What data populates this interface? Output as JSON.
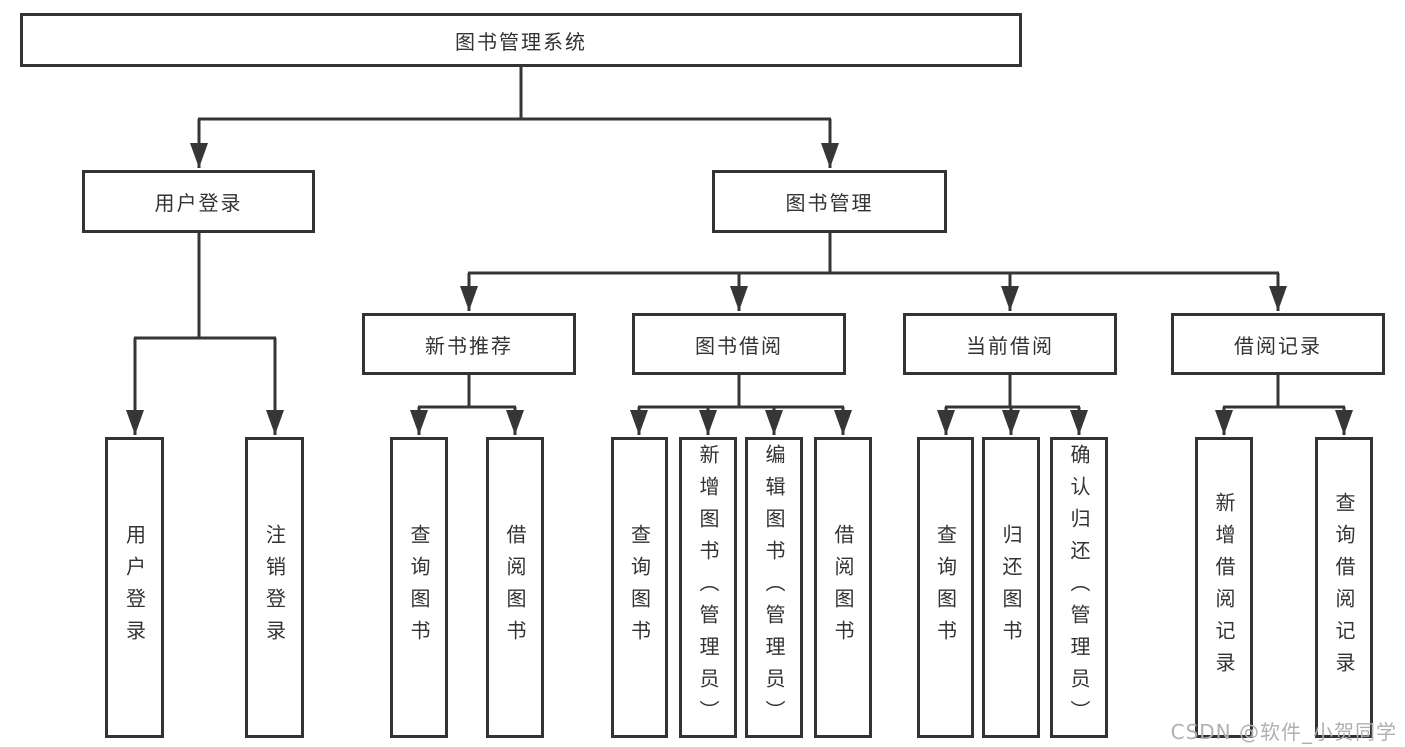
{
  "tree": {
    "label": "图书管理系统",
    "children": [
      {
        "label": "用户登录",
        "children": [
          {
            "label": "用户登录"
          },
          {
            "label": "注销登录"
          }
        ]
      },
      {
        "label": "图书管理",
        "children": [
          {
            "label": "新书推荐",
            "children": [
              {
                "label": "查询图书"
              },
              {
                "label": "借阅图书"
              }
            ]
          },
          {
            "label": "图书借阅",
            "children": [
              {
                "label": "查询图书"
              },
              {
                "label": "新增图书（管理员）"
              },
              {
                "label": "编辑图书（管理员）"
              },
              {
                "label": "借阅图书"
              }
            ]
          },
          {
            "label": "当前借阅",
            "children": [
              {
                "label": "查询图书"
              },
              {
                "label": "归还图书"
              },
              {
                "label": "确认归还（管理员）"
              }
            ]
          },
          {
            "label": "借阅记录",
            "children": [
              {
                "label": "新增借阅记录"
              },
              {
                "label": "查询借阅记录"
              }
            ]
          }
        ]
      }
    ]
  },
  "watermark": {
    "text": "CSDN @软件_小贺同学"
  },
  "colors": {
    "line": "#363636",
    "box_border": "#333333",
    "text": "#333333",
    "watermark": "#b0b0b0",
    "background": "#ffffff"
  }
}
